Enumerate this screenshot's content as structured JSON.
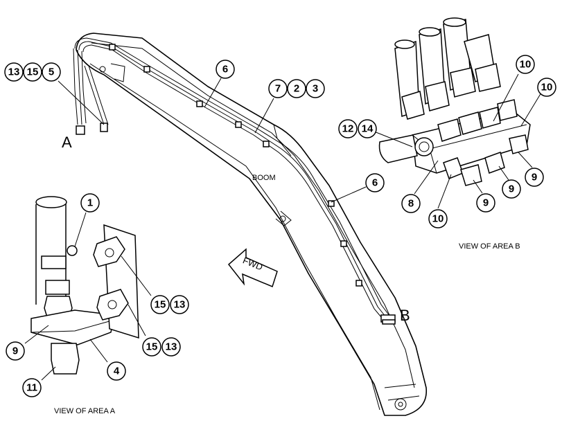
{
  "labels": {
    "boom": "BOOM",
    "view_a": "VIEW OF AREA A",
    "view_b": "VIEW OF AREA B",
    "area_a_letter": "A",
    "area_b_letter": "B",
    "fwd": "FWD"
  },
  "callouts": {
    "c13_tl": "13",
    "c15_tl": "15",
    "c5": "5",
    "c6_top": "6",
    "c7": "7",
    "c2": "2",
    "c3": "3",
    "c6_mid": "6",
    "c12": "12",
    "c14": "14",
    "c10_top": "10",
    "c10_right": "10",
    "c10_bottom": "10",
    "c8": "8",
    "c9_a": "9",
    "c9_b": "9",
    "c9_c": "9",
    "c1": "1",
    "c15_a": "15",
    "c13_a": "13",
    "c15_b": "15",
    "c13_b": "13",
    "c9_left": "9",
    "c4": "4",
    "c11": "11"
  }
}
